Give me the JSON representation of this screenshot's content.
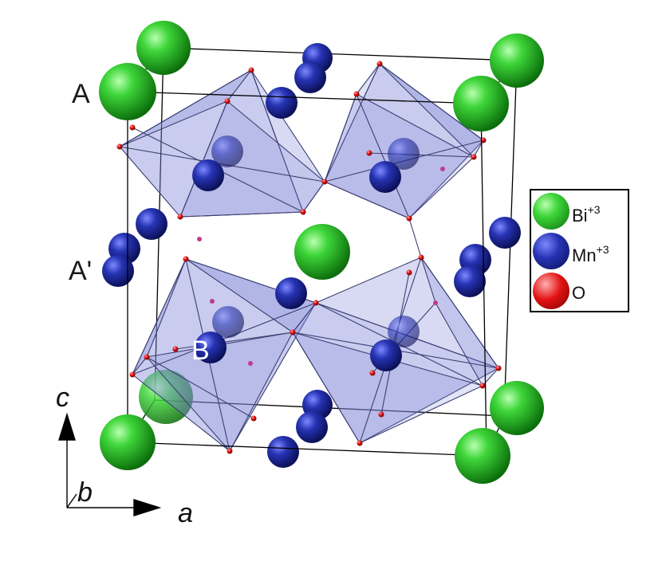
{
  "figure": {
    "site_labels": {
      "a_site": "A",
      "a_prime_site": "A'",
      "b_site": "B"
    },
    "axes": {
      "c": "c",
      "b": "b",
      "a": "a"
    },
    "legend": [
      {
        "symbol": "Bi",
        "charge": "+3",
        "color": "#1fbf1f"
      },
      {
        "symbol": "Mn",
        "charge": "+3",
        "color": "#1f2a9e"
      },
      {
        "symbol": "O",
        "charge": "",
        "color": "#e01010"
      }
    ],
    "colors": {
      "bismuth": "#1fbf1f",
      "manganese": "#1f2a9e",
      "oxygen": "#e01010",
      "octahedron_fill": "#7f86d6",
      "cell_edge": "#000000"
    }
  }
}
